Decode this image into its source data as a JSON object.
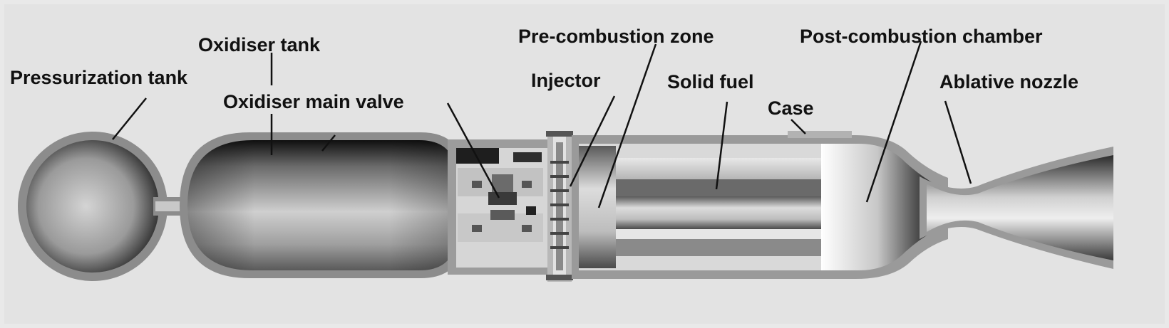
{
  "labels": {
    "pressurization_tank": "Pressurization tank",
    "oxidiser_tank": "Oxidiser tank",
    "oxidiser_main_valve": "Oxidiser main valve",
    "pre_combustion_zone": "Pre-combustion zone",
    "injector": "Injector",
    "solid_fuel": "Solid fuel",
    "case": "Case",
    "post_combustion_chamber": "Post-combustion chamber",
    "ablative_nozzle": "Ablative nozzle"
  }
}
